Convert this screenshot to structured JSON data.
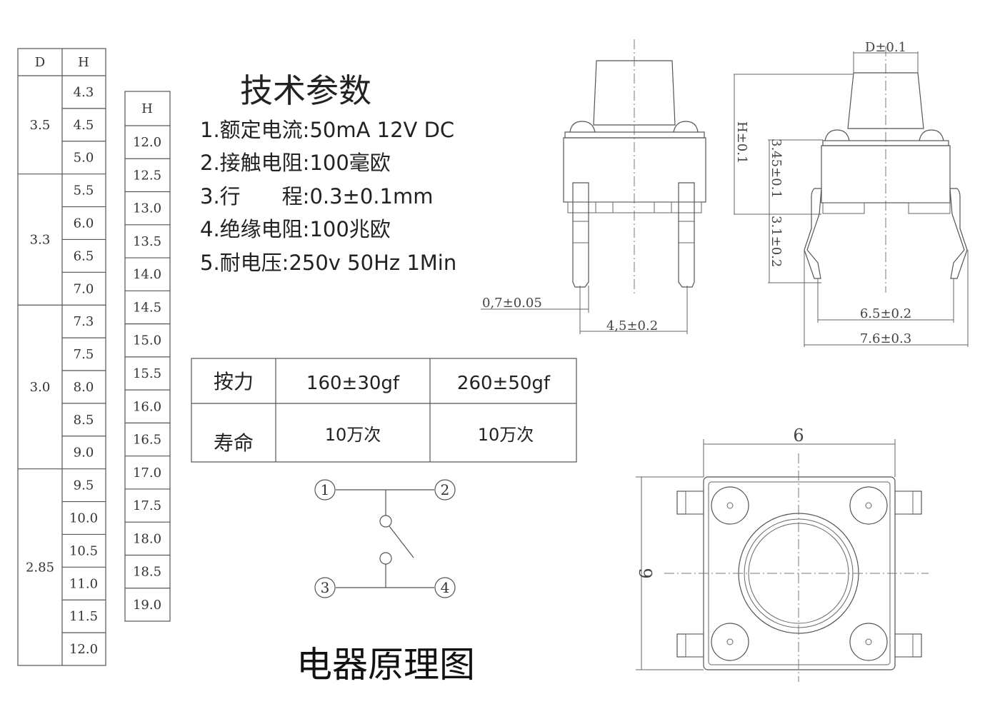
{
  "table_d_h": {
    "headers": [
      "D",
      "H"
    ],
    "groups": [
      {
        "d": "3.5",
        "h": [
          "4.3",
          "4.5",
          "5.0"
        ]
      },
      {
        "d": "3.3",
        "h": [
          "5.5",
          "6.0",
          "6.5",
          "7.0"
        ]
      },
      {
        "d": "3.0",
        "h": [
          "7.3",
          "7.5",
          "8.0",
          "8.5",
          "9.0"
        ]
      },
      {
        "d": "2.85",
        "h": [
          "9.5",
          "10.0",
          "10.5",
          "11.0",
          "11.5",
          "12.0"
        ]
      }
    ]
  },
  "table_h": {
    "header": "H",
    "values": [
      "12.0",
      "12.5",
      "13.0",
      "13.5",
      "14.0",
      "14.5",
      "15.0",
      "15.5",
      "16.0",
      "16.5",
      "17.0",
      "17.5",
      "18.0",
      "18.5",
      "19.0"
    ]
  },
  "specs": {
    "title": "技术参数",
    "lines": [
      "1.额定电流:50mA 12V DC",
      "2.接触电阻:100毫欧",
      "3.行　　程:0.3±0.1mm",
      "4.绝缘电阻:100兆欧",
      "5.耐电压:250v 50Hz 1Min"
    ]
  },
  "force_table": {
    "rows": [
      [
        "按力",
        "160±30gf",
        "260±50gf"
      ],
      [
        "寿命",
        "10万次",
        "10万次"
      ]
    ]
  },
  "circuit": {
    "pins": [
      "1",
      "2",
      "3",
      "4"
    ],
    "caption": "电器原理图"
  },
  "side_view_front": {
    "dims": [
      "0,7±0.05",
      "4,5±0.2"
    ]
  },
  "side_view_right": {
    "dims": [
      "D±0.1",
      "H±0.1",
      "3.45±0.1",
      "3.1±0.2",
      "6.5±0.2",
      "7.6±0.3"
    ]
  },
  "top_view": {
    "dims": [
      "6",
      "9"
    ]
  }
}
